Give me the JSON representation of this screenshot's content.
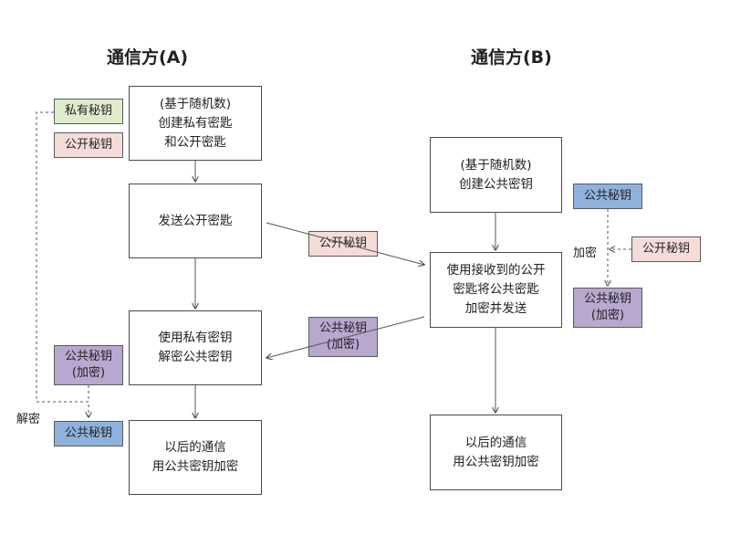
{
  "party_a": {
    "title": "通信方(A)",
    "steps": [
      [
        "(基于随机数)",
        "创建私有密匙",
        "和公开密匙"
      ],
      [
        "发送公开密匙"
      ],
      [
        "使用私有密钥",
        "解密公共密钥"
      ],
      [
        "以后的通信",
        "用公共密钥加密"
      ]
    ],
    "private_key_tag": "私有秘钥",
    "public_key_tag": "公开秘钥",
    "encrypted_common_key_tag": [
      "公共秘钥",
      "(加密)"
    ],
    "decrypted_common_key_tag": "公共秘钥",
    "decrypt_label": "解密"
  },
  "party_b": {
    "title": "通信方(B)",
    "steps": [
      [
        "(基于随机数)",
        "创建公共密钥"
      ],
      [
        "使用接收到的公开",
        "密匙将公共密匙",
        "加密并发送"
      ],
      [
        "以后的通信",
        "用公共密钥加密"
      ]
    ],
    "common_key_tag": "公共秘钥",
    "public_key_tag": "公开秘钥",
    "encrypted_common_key_tag": [
      "公共秘钥",
      "(加密)"
    ],
    "encrypt_label": "加密"
  },
  "transfer": {
    "public_key_tag": "公开秘钥",
    "encrypted_common_key_tag": [
      "公共秘钥",
      "(加密)"
    ]
  },
  "colors": {
    "private_key": "#dfeccc",
    "public_key": "#f5dcd9",
    "encrypted_common_key": "#b8a7cf",
    "common_key": "#8fb2dd"
  }
}
